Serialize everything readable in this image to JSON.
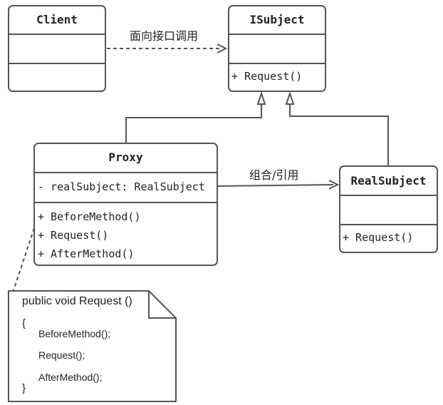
{
  "classes": {
    "client": {
      "name": "Client"
    },
    "isubject": {
      "name": "ISubject",
      "methods": [
        "+ Request()"
      ]
    },
    "proxy": {
      "name": "Proxy",
      "attributes": [
        "- realSubject: RealSubject"
      ],
      "methods": [
        "+ BeforeMethod()",
        "+ Request()",
        "+ AfterMethod()"
      ]
    },
    "realsubject": {
      "name": "RealSubject",
      "methods": [
        "+ Request()"
      ]
    }
  },
  "relations": {
    "client_to_isubject": "面向接口调用",
    "proxy_to_realsubject": "组合/引用"
  },
  "note": {
    "signature": "public void Request ()",
    "open_brace": "{",
    "body": [
      "BeforeMethod();",
      "Request();",
      "AfterMethod();"
    ],
    "close_brace": "}"
  }
}
